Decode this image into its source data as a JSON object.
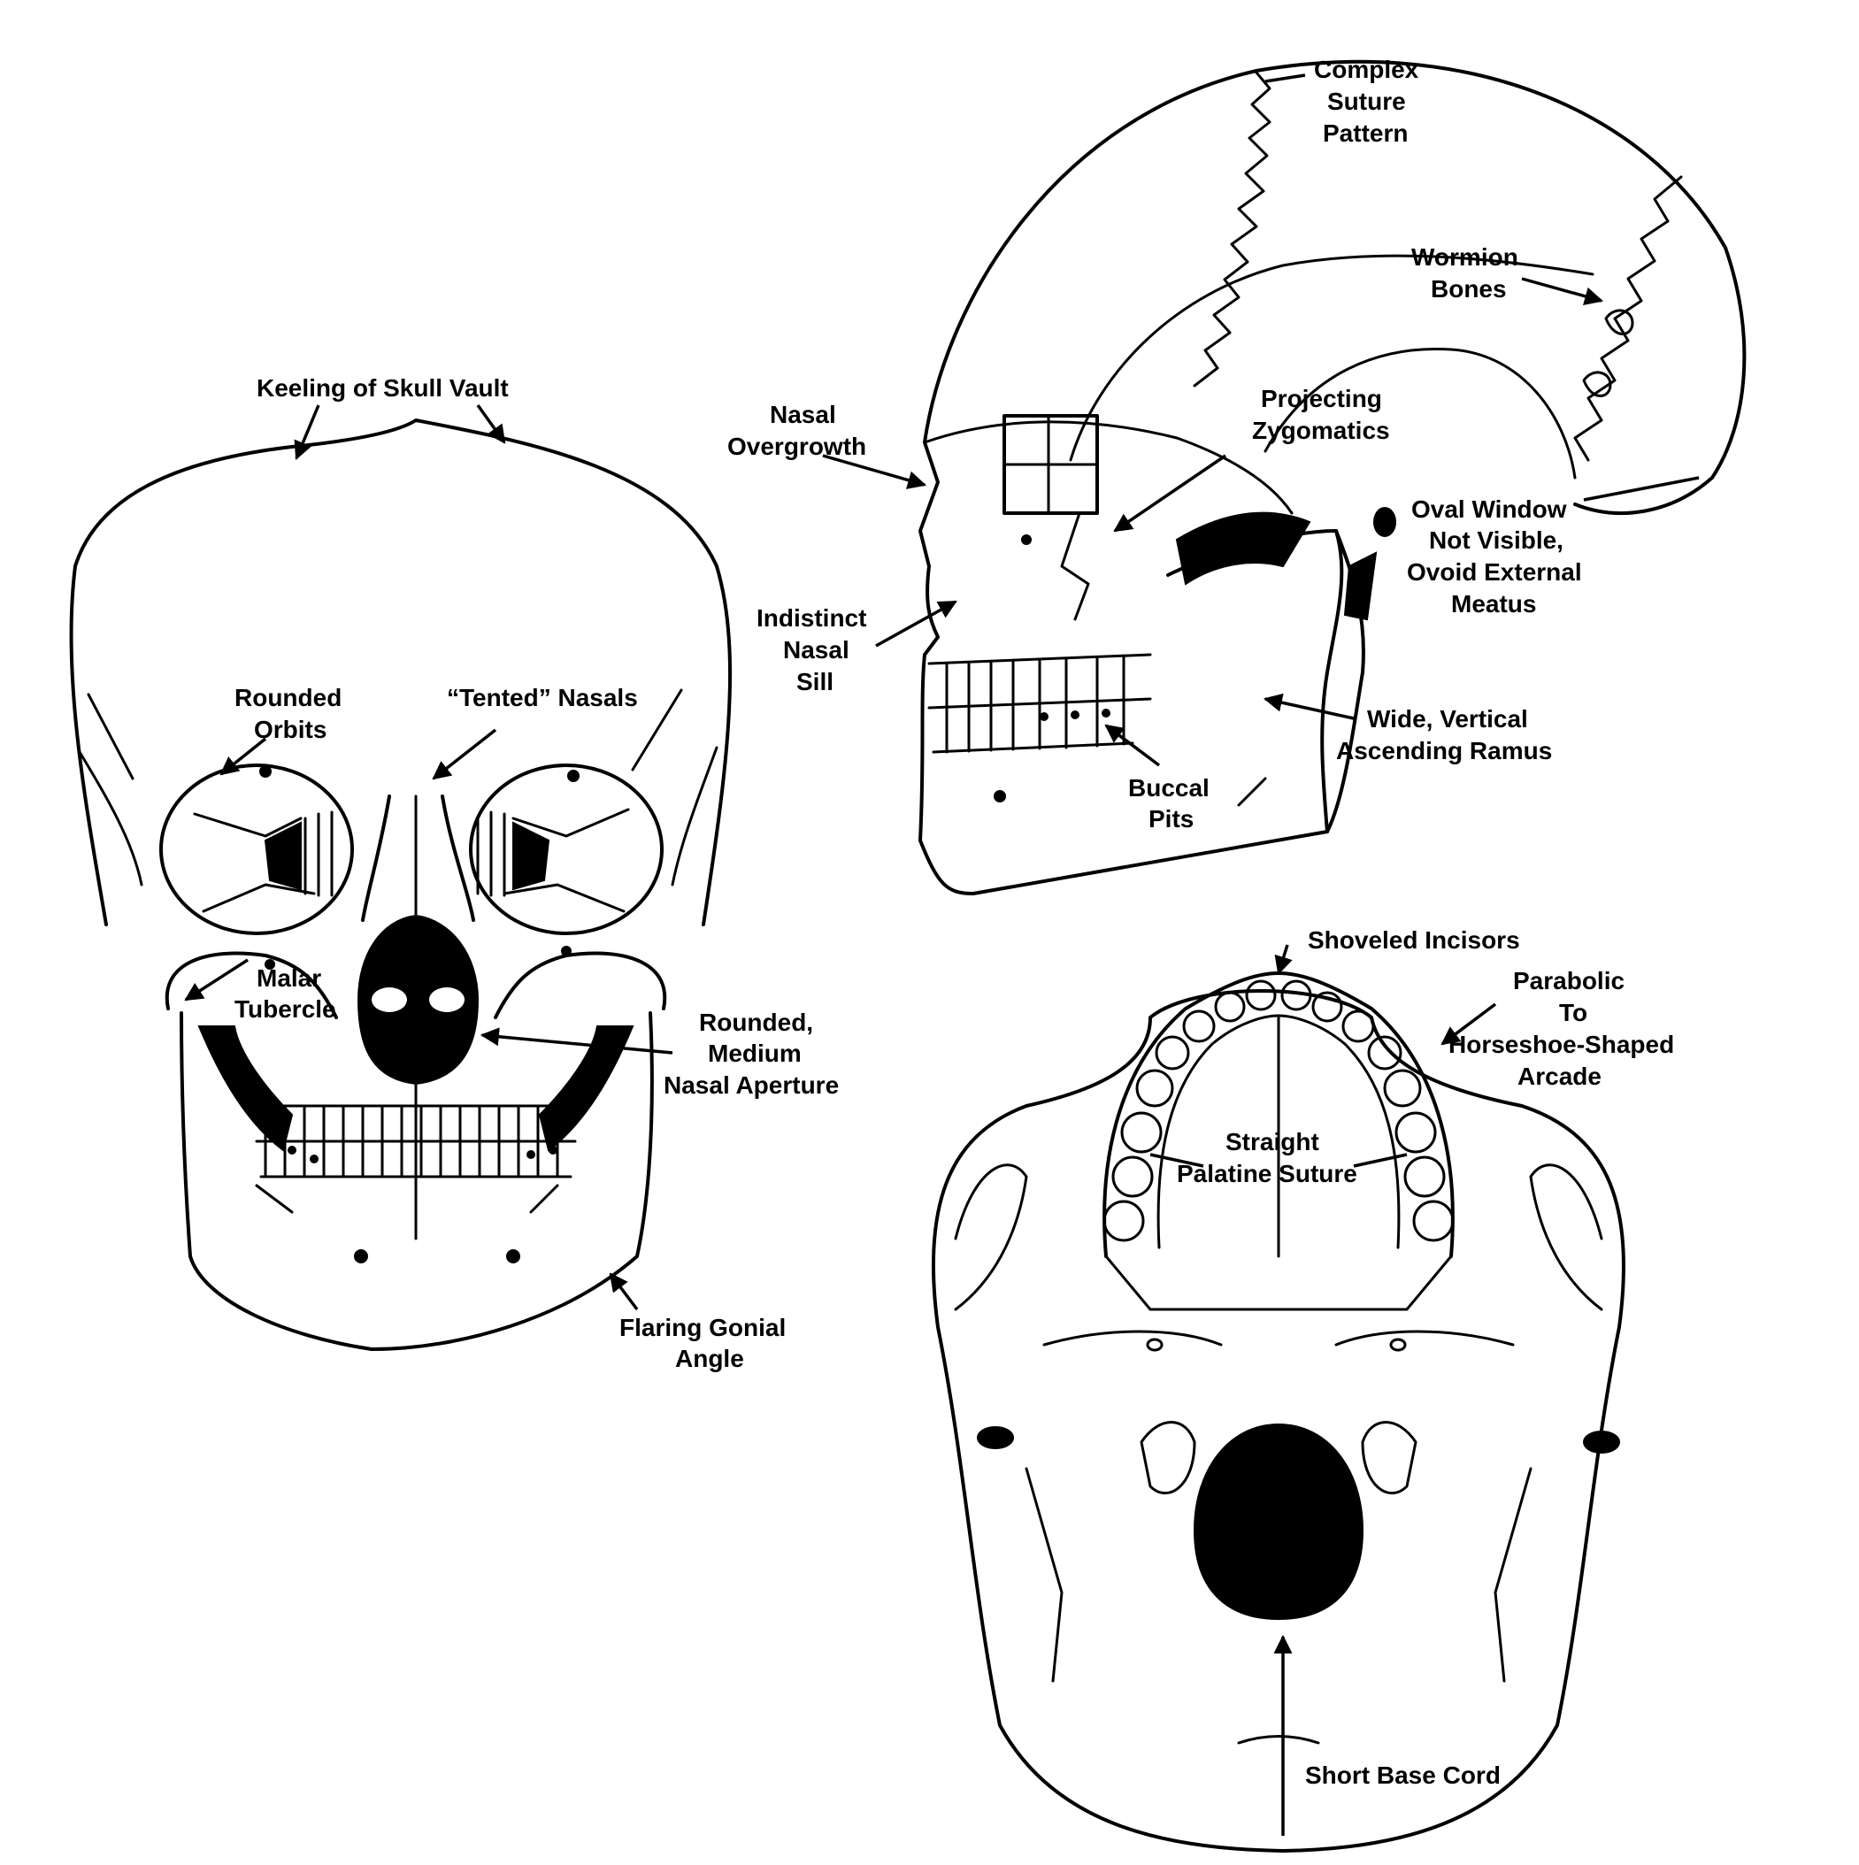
{
  "labels": {
    "keeling": "Keeling of Skull Vault",
    "rounded_orbits_1": "Rounded",
    "rounded_orbits_2": "Orbits",
    "tented_nasals": "“Tented” Nasals",
    "malar_1": "Malar",
    "malar_2": "Tubercle",
    "nasal_aperture_1": "Rounded,",
    "nasal_aperture_2": "Medium",
    "nasal_aperture_3": "Nasal Aperture",
    "gonial_1": "Flaring Gonial",
    "gonial_2": "Angle",
    "suture_1": "Complex",
    "suture_2": "Suture",
    "suture_3": "Pattern",
    "wormion_1": "Wormion",
    "wormion_2": "Bones",
    "nasal_over_1": "Nasal",
    "nasal_over_2": "Overgrowth",
    "zygo_1": "Projecting",
    "zygo_2": "Zygomatics",
    "oval_1": "Oval Window",
    "oval_2": "Not Visible,",
    "oval_3": "Ovoid External",
    "oval_4": "Meatus",
    "sill_1": "Indistinct",
    "sill_2": "Nasal",
    "sill_3": "Sill",
    "ramus_1": "Wide, Vertical",
    "ramus_2": "Ascending Ramus",
    "buccal_1": "Buccal",
    "buccal_2": "Pits",
    "incisors": "Shoveled Incisors",
    "arcade_1": "Parabolic",
    "arcade_2": "To",
    "arcade_3": "Horseshoe-Shaped",
    "arcade_4": "Arcade",
    "palatine_1": "Straight",
    "palatine_2": "Palatine Suture",
    "base_cord": "Short Base Cord"
  },
  "colors": {
    "ink": "#000000",
    "paper": "#ffffff"
  }
}
